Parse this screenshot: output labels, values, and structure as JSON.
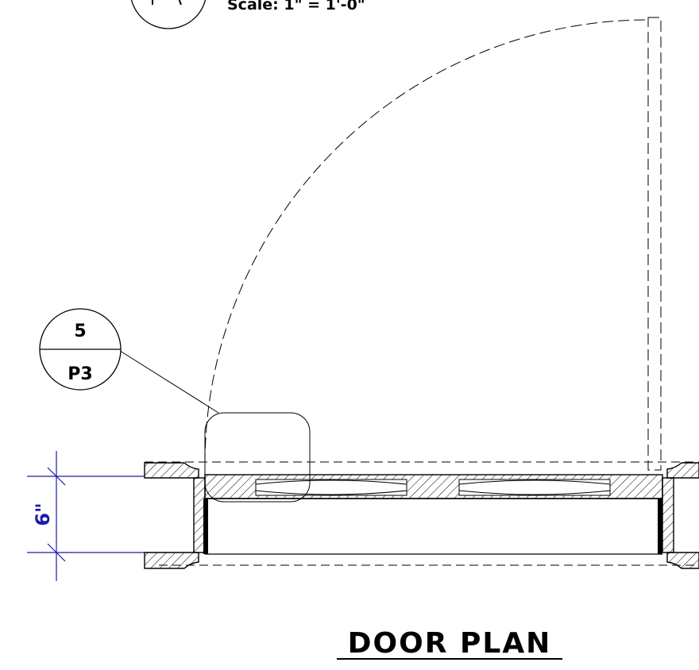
{
  "drawing": {
    "title": "DOOR PLAN",
    "scale_text": "Scale: 1\" = 1'-0\"",
    "detail_tag": {
      "number": "5",
      "sheet": "P3"
    },
    "dimension": {
      "value": "6\"",
      "color": "#1a1aa8"
    }
  },
  "colors": {
    "line": "#000000",
    "dimension": "#1a1aa8",
    "background": "#ffffff"
  }
}
